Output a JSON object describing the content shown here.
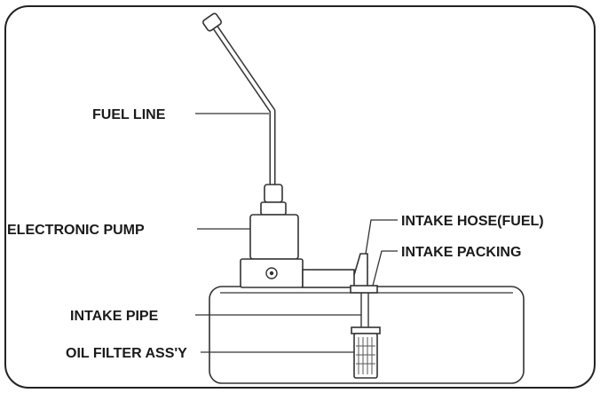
{
  "labels": {
    "fuel_line": "FUEL LINE",
    "electronic_pump": "ELECTRONIC PUMP",
    "intake_hose": "INTAKE HOSE(FUEL)",
    "intake_packing": "INTAKE PACKING",
    "intake_pipe": "INTAKE PIPE",
    "oil_filter": "OIL FILTER ASS'Y"
  }
}
